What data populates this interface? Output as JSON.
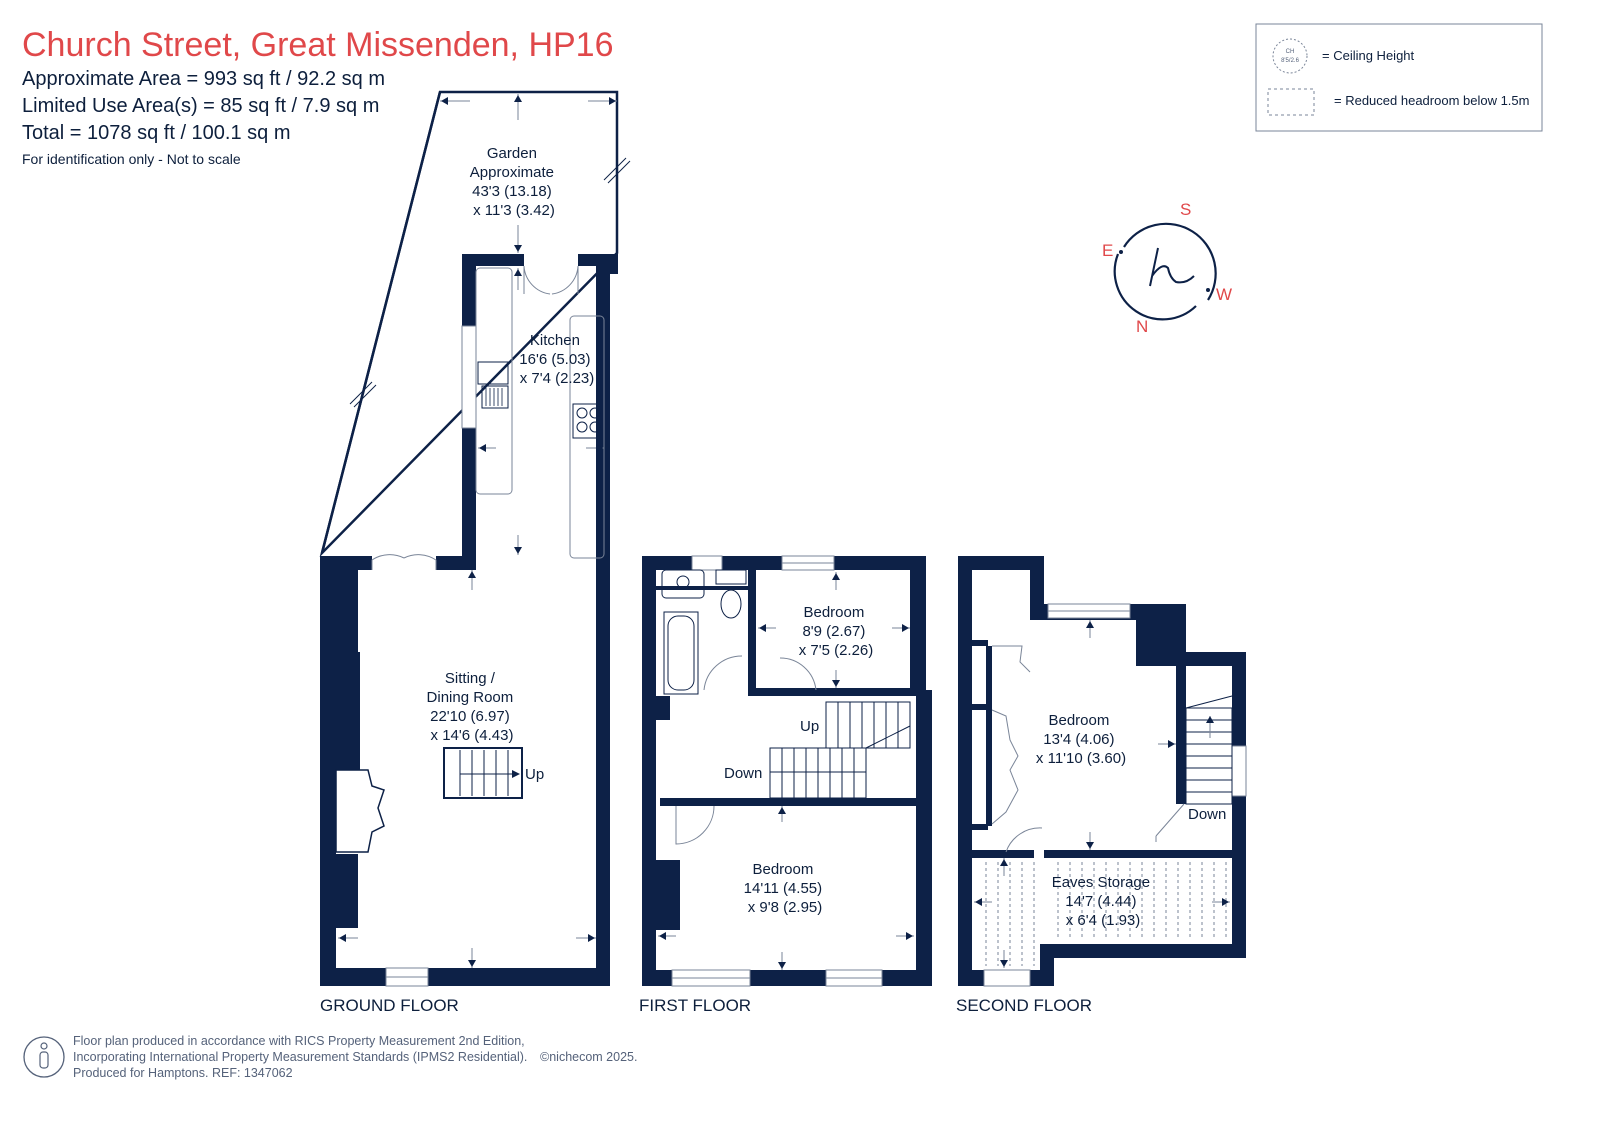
{
  "header": {
    "title": "Church Street, Great Missenden, HP16",
    "approx_area": "Approximate Area = 993 sq ft / 92.2 sq m",
    "limited_area": "Limited Use Area(s) = 85 sq ft / 7.9 sq m",
    "total": "Total = 1078 sq ft / 100.1 sq m",
    "note": "For identification only - Not to scale"
  },
  "legend": {
    "ceiling_icon_label": "CH",
    "ceiling_icon_sub": "8'5/2.6",
    "ceiling_height": "= Ceiling Height",
    "reduced_headroom": "= Reduced headroom below 1.5m"
  },
  "compass": {
    "s": "S",
    "e": "E",
    "w": "W",
    "n": "N",
    "logo": "h"
  },
  "ground_floor": {
    "label": "GROUND FLOOR",
    "garden": [
      "Garden",
      "Approximate",
      "43'3 (13.18)",
      "x 11'3 (3.42)"
    ],
    "kitchen": [
      "Kitchen",
      "16'6 (5.03)",
      "x 7'4 (2.23)"
    ],
    "sitting": [
      "Sitting /",
      "Dining Room",
      "22'10 (6.97)",
      "x 14'6 (4.43)"
    ],
    "stairs_up": "Up"
  },
  "first_floor": {
    "label": "FIRST FLOOR",
    "bedroom_small": [
      "Bedroom",
      "8'9 (2.67)",
      "x 7'5 (2.26)"
    ],
    "bedroom_large": [
      "Bedroom",
      "14'11 (4.55)",
      "x 9'8 (2.95)"
    ],
    "up": "Up",
    "down": "Down"
  },
  "second_floor": {
    "label": "SECOND FLOOR",
    "bedroom": [
      "Bedroom",
      "13'4 (4.06)",
      "x 11'10 (3.60)"
    ],
    "eaves": [
      "Eaves Storage",
      "14'7 (4.44)",
      "x 6'4 (1.93)"
    ],
    "down": "Down"
  },
  "footer": {
    "line1": "Floor plan produced in accordance with RICS Property Measurement 2nd Edition,",
    "line2": "Incorporating International Property Measurement Standards (IPMS2 Residential).",
    "copyright": "©nichecom 2025.",
    "line3": "Produced for Hamptons.  REF:  1347062"
  },
  "colors": {
    "accent": "#e0484a",
    "wall": "#0d2147",
    "text": "#0d1f3c"
  }
}
